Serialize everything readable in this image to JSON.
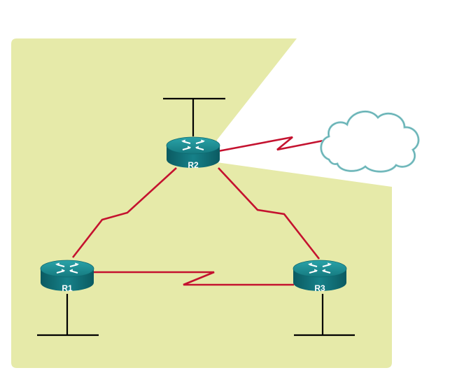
{
  "diagram": {
    "colors": {
      "area_fill": "#e6eaa9",
      "link_color": "#c4122f",
      "lan_line_color": "#000000",
      "router_top": "#1e8a8f",
      "router_side": "#0e5f66",
      "cloud_stroke": "#7fc1c4"
    },
    "routers": [
      {
        "id": "R2",
        "label": "R2",
        "icon": "router-icon"
      },
      {
        "id": "R1",
        "label": "R1",
        "icon": "router-icon"
      },
      {
        "id": "R3",
        "label": "R3",
        "icon": "router-icon"
      }
    ],
    "cloud": {
      "icon": "cloud-icon",
      "label": ""
    },
    "links": [
      {
        "from": "R2",
        "to": "R1",
        "type": "serial"
      },
      {
        "from": "R2",
        "to": "R3",
        "type": "serial"
      },
      {
        "from": "R1",
        "to": "R3",
        "type": "serial"
      },
      {
        "from": "R2",
        "to": "cloud",
        "type": "serial"
      }
    ]
  }
}
